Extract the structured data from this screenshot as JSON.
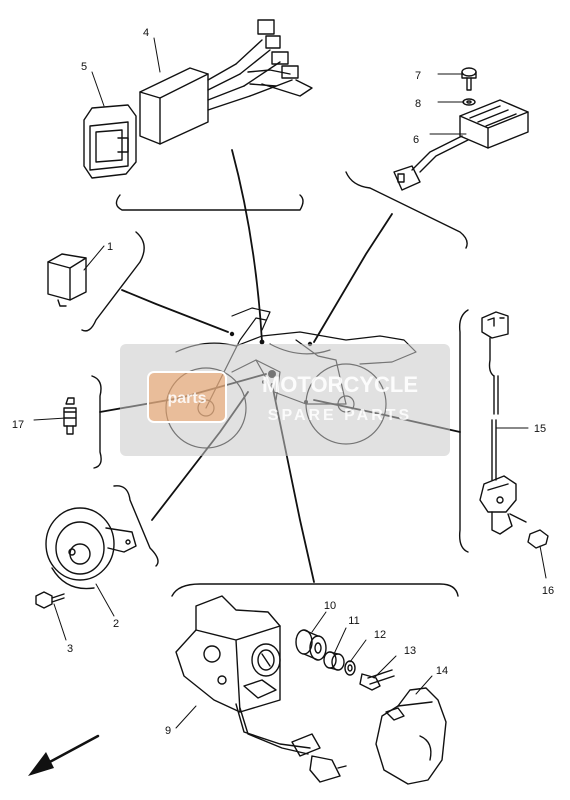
{
  "diagram": {
    "callouts": [
      {
        "id": "1",
        "label": "1"
      },
      {
        "id": "2",
        "label": "2"
      },
      {
        "id": "3",
        "label": "3"
      },
      {
        "id": "4",
        "label": "4"
      },
      {
        "id": "5",
        "label": "5"
      },
      {
        "id": "6",
        "label": "6"
      },
      {
        "id": "7",
        "label": "7"
      },
      {
        "id": "8",
        "label": "8"
      },
      {
        "id": "9",
        "label": "9"
      },
      {
        "id": "10",
        "label": "10"
      },
      {
        "id": "11",
        "label": "11"
      },
      {
        "id": "12",
        "label": "12"
      },
      {
        "id": "13",
        "label": "13"
      },
      {
        "id": "14",
        "label": "14"
      },
      {
        "id": "15",
        "label": "15"
      },
      {
        "id": "16",
        "label": "16"
      },
      {
        "id": "17",
        "label": "17"
      }
    ]
  },
  "watermark": {
    "line1": "MOTORCYCLE",
    "line2": "SPARE PARTS",
    "logo_text": "parts",
    "colors": {
      "band": "#c8c8c8",
      "logo": "#f0a060",
      "text": "#ffffff"
    }
  },
  "colors": {
    "ink": "#111111",
    "background": "#ffffff"
  }
}
